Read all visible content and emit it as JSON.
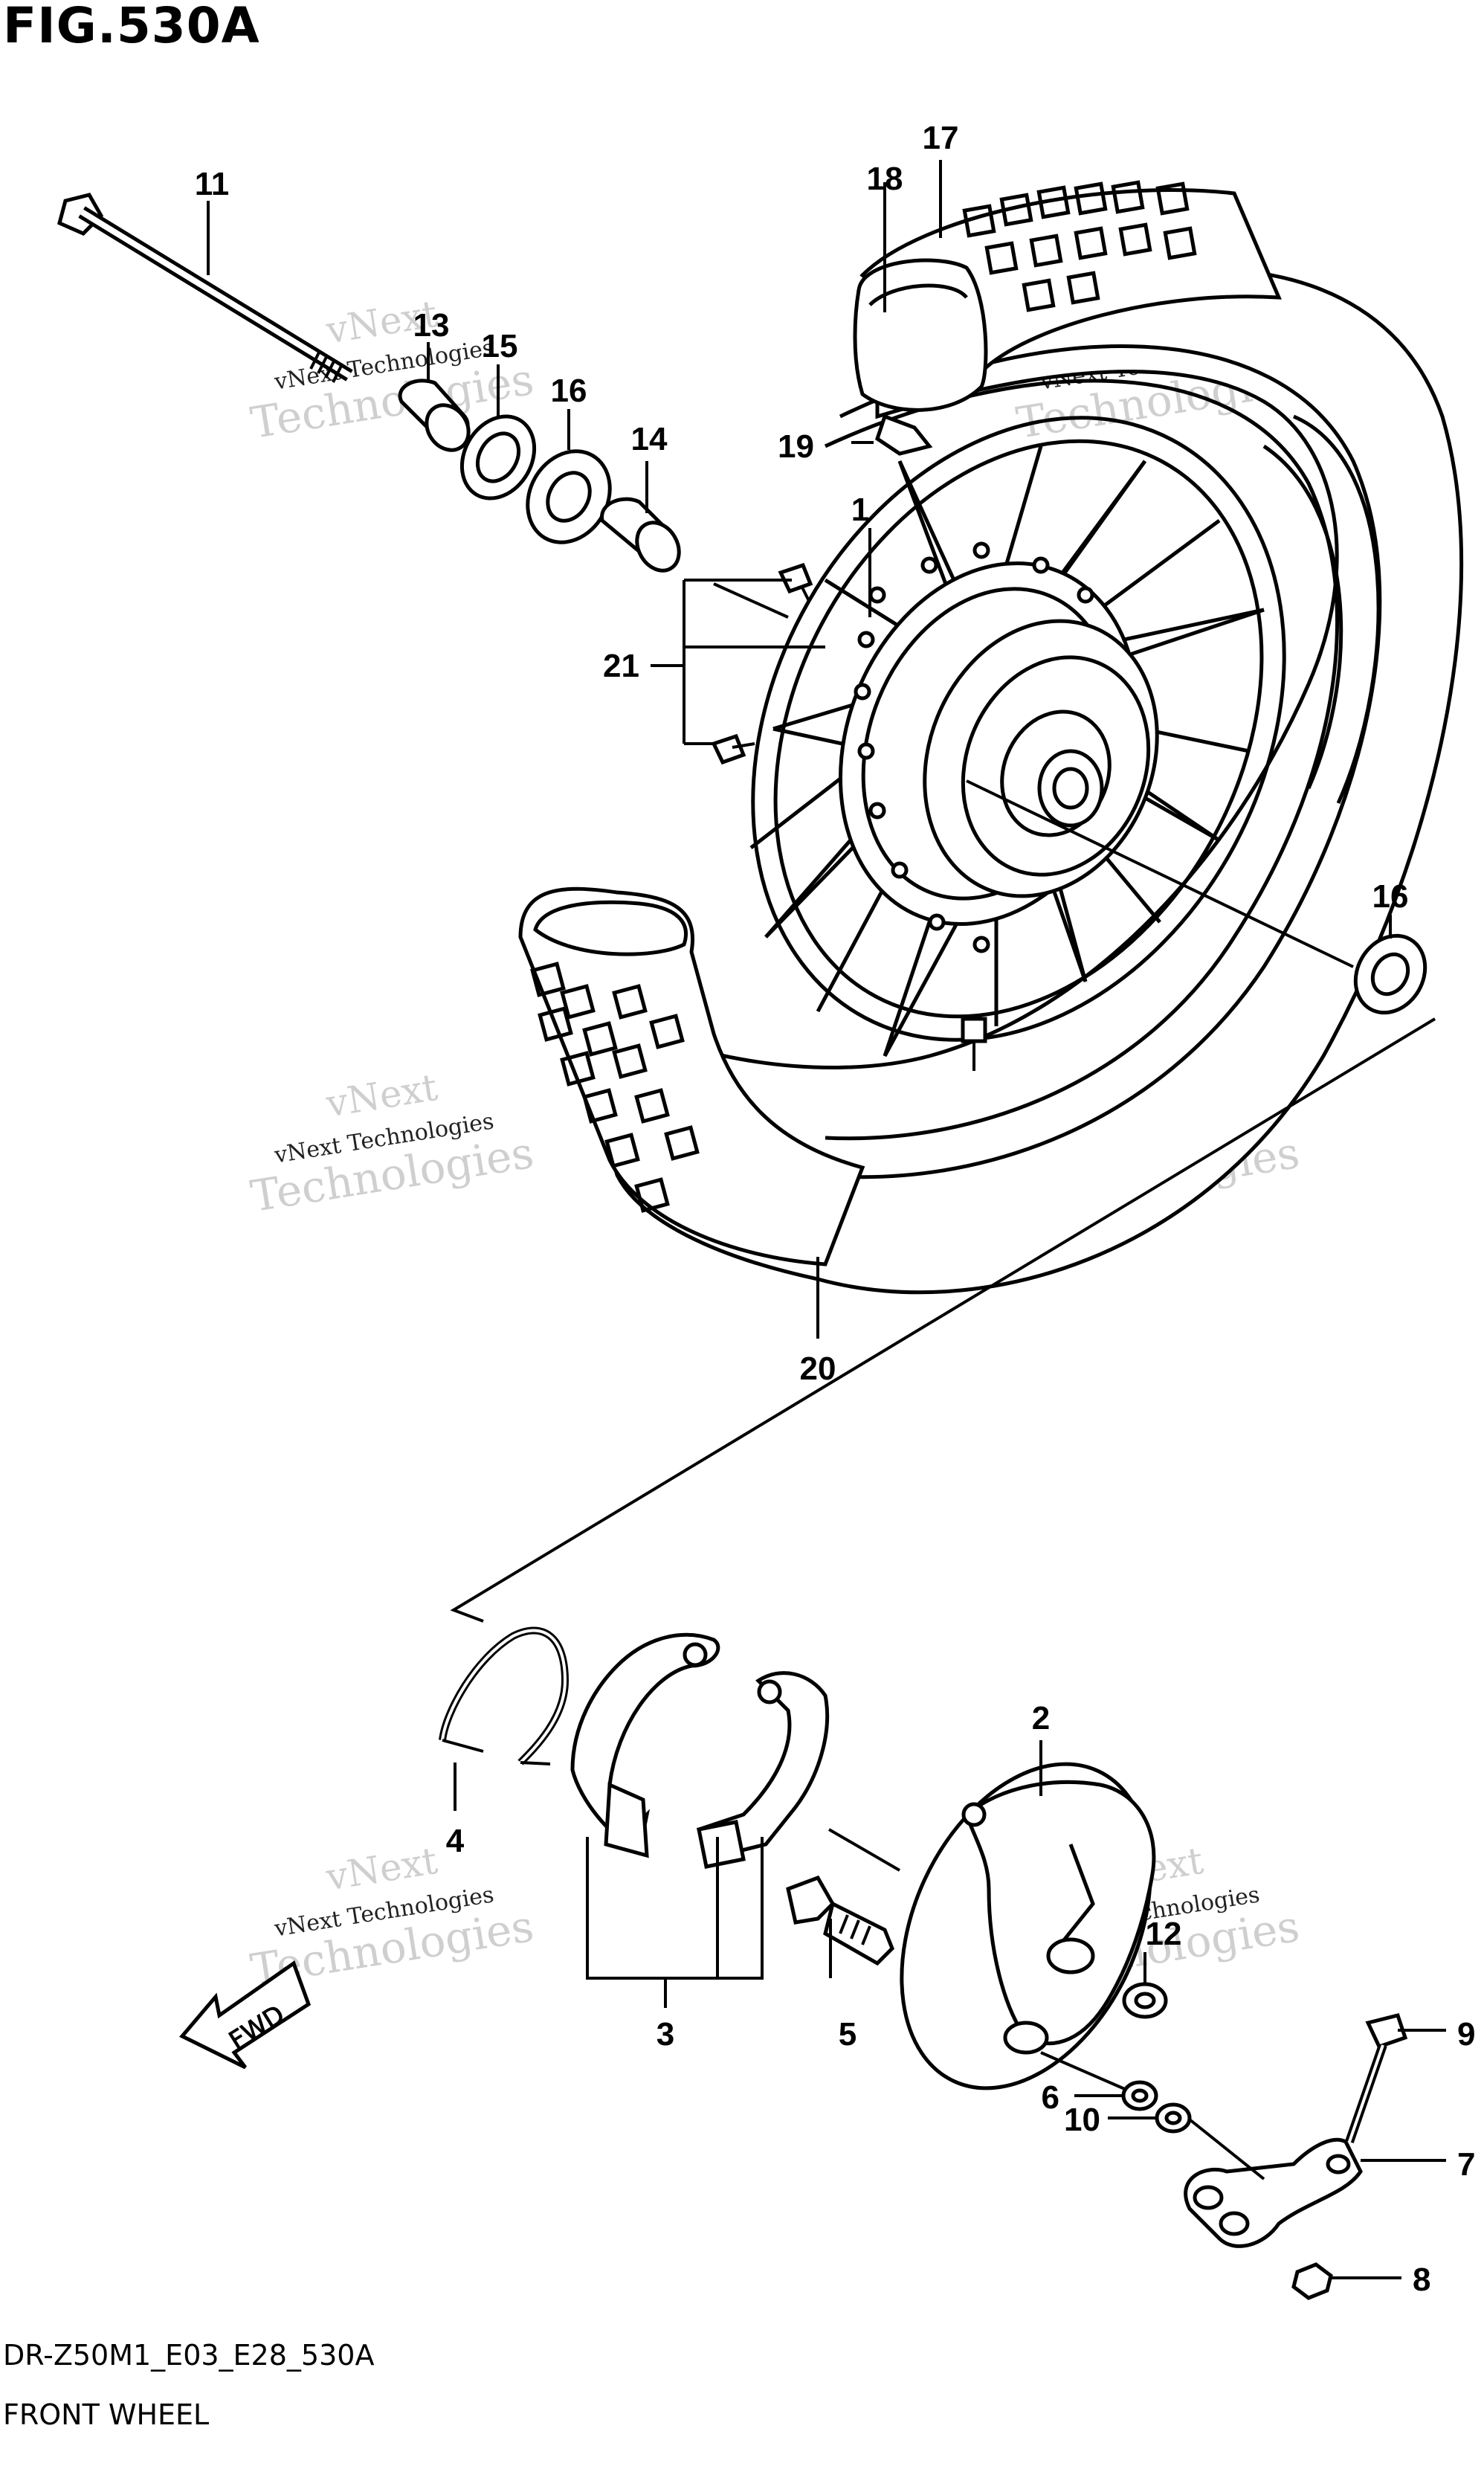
{
  "figure": {
    "title": "FIG.530A",
    "code": "DR-Z50M1_E03_E28_530A",
    "name": "FRONT WHEEL"
  },
  "watermark": {
    "line1": "vNext",
    "line2": "vNext Technologies",
    "line3": "Technologies"
  },
  "direction_badge": "FWD",
  "callouts": {
    "c1": "1",
    "c2": "2",
    "c3": "3",
    "c4": "4",
    "c5": "5",
    "c6": "6",
    "c7": "7",
    "c8": "8",
    "c9": "9",
    "c10": "10",
    "c11": "11",
    "c12": "12",
    "c13": "13",
    "c14": "14",
    "c15": "15",
    "c16a": "16",
    "c16b": "16",
    "c17": "17",
    "c18": "18",
    "c19": "19",
    "c20": "20",
    "c21": "21"
  }
}
